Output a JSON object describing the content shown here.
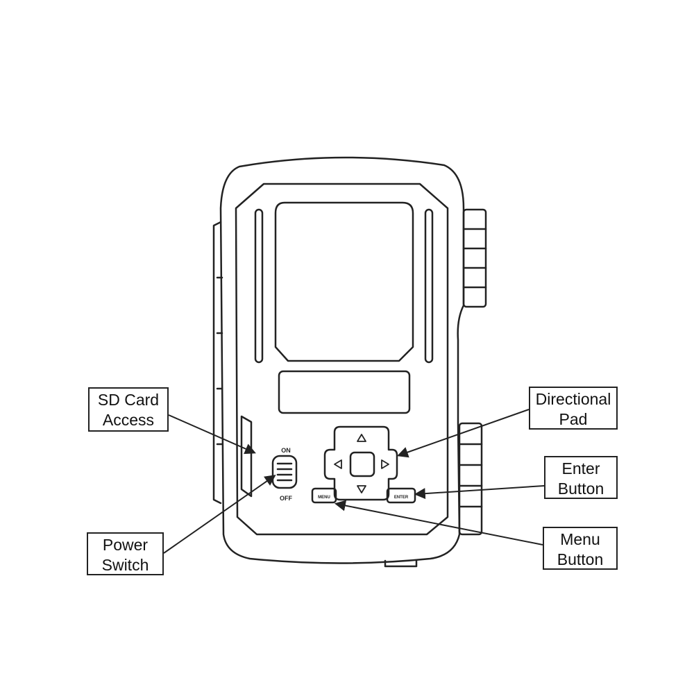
{
  "labels": {
    "sd_card": [
      "SD Card",
      "Access"
    ],
    "directional_pad": [
      "Directional",
      "Pad"
    ],
    "enter_button": [
      "Enter",
      "Button"
    ],
    "power_switch": [
      "Power",
      "Switch"
    ],
    "menu_button": [
      "Menu",
      "Button"
    ]
  },
  "device": {
    "switch_on": "ON",
    "switch_off": "OFF",
    "menu_key": "MENU",
    "enter_key": "ENTER"
  },
  "colors": {
    "line": "#222222",
    "background": "#ffffff"
  }
}
